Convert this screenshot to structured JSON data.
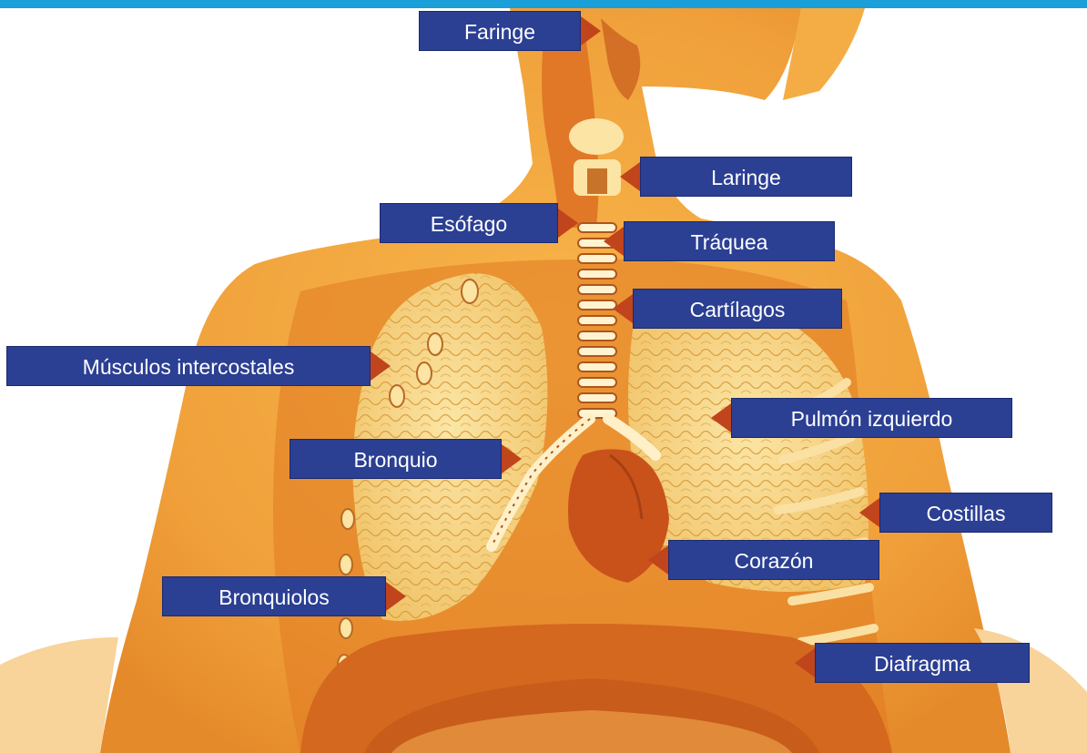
{
  "colors": {
    "top_bar": "#1a9fd9",
    "label_bg": "#2b3f93",
    "label_text": "#ffffff",
    "pointer": "#c0441c",
    "skin": "#f3a63c",
    "lung": "#f6d58a",
    "tissue": "#d8691f"
  },
  "labels": {
    "faringe": "Faringe",
    "laringe": "Laringe",
    "esofago": "Esófago",
    "traquea": "Tráquea",
    "cartilagos": "Cartílagos",
    "musculos": "Músculos intercostales",
    "pulmon": "Pulmón izquierdo",
    "bronquio": "Bronquio",
    "costillas": "Costillas",
    "corazon": "Corazón",
    "bronquiolos": "Bronquiolos",
    "diafragma": "Diafragma"
  }
}
